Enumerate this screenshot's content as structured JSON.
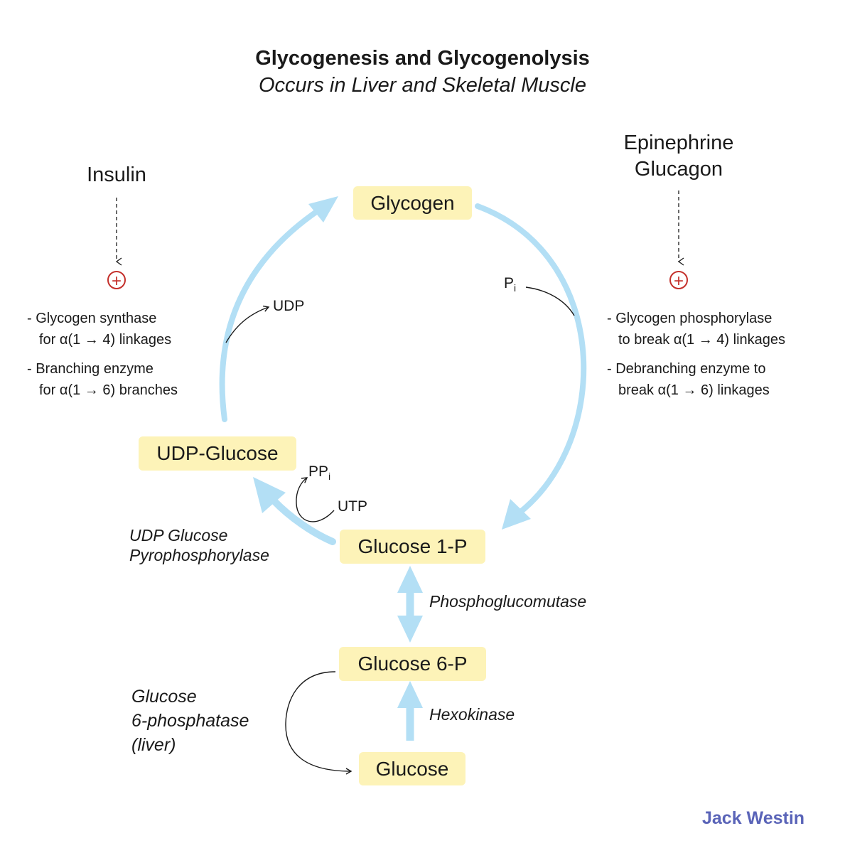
{
  "title": "Glycogenesis and Glycogenolysis",
  "subtitle": "Occurs in Liver and Skeletal Muscle",
  "regulators": {
    "insulin": "Insulin",
    "epinephrine": "Epinephrine",
    "glucagon": "Glucagon",
    "plus_sign": "+"
  },
  "nodes": {
    "glycogen": "Glycogen",
    "udp_glucose": "UDP-Glucose",
    "glucose_1p": "Glucose 1-P",
    "glucose_6p": "Glucose 6-P",
    "glucose": "Glucose"
  },
  "side_labels": {
    "udp": "UDP",
    "pi_main": "P",
    "pi_sub": "i",
    "ppi_main": "PP",
    "ppi_sub": "i",
    "utp": "UTP"
  },
  "enzymes": {
    "udp_pyro_line1": "UDP Glucose",
    "udp_pyro_line2": "Pyrophosphorylase",
    "phosphoglucomutase": "Phosphoglucomutase",
    "hexokinase": "Hexokinase",
    "g6pase_line1": "Glucose",
    "g6pase_line2": "6-phosphatase",
    "g6pase_line3": "(liver)"
  },
  "left_notes": [
    "- Glycogen synthase",
    "for α(1 → 4) linkages",
    "- Branching enzyme",
    "for α(1 → 6) branches"
  ],
  "right_notes": [
    "- Glycogen phosphorylase",
    "to break α(1 → 4) linkages",
    "- Debranching enzyme to",
    "break α(1 → 6) linkages"
  ],
  "brand": "Jack Westin",
  "colors": {
    "arrow": "#b3dff5",
    "node_fill": "#fdf3b8",
    "activator": "#c4302b",
    "brand": "#5a64b8"
  }
}
